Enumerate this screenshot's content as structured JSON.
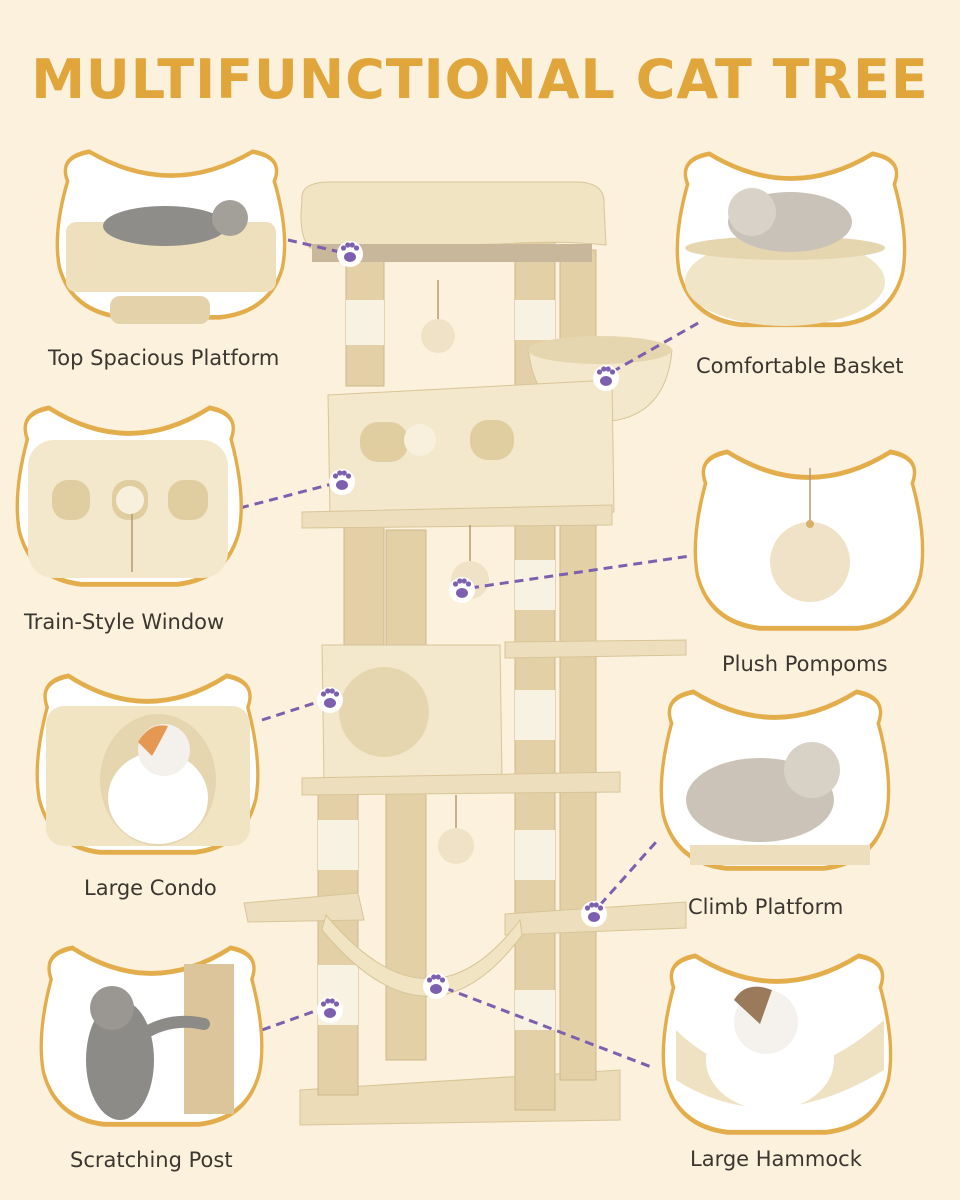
{
  "title": "MULTIFUNCTIONAL CAT TREE",
  "colors": {
    "background": "#fbf1dc",
    "title": "#e0a53b",
    "frame_outline": "#e3ad4c",
    "plush": "#f1e4c3",
    "sisal": "#e3d0a6",
    "connector": "#7d5fb0"
  },
  "features": [
    {
      "label": "Top Spacious Platform",
      "side": "left"
    },
    {
      "label": "Comfortable Basket",
      "side": "right"
    },
    {
      "label": "Train-Style Window",
      "side": "left"
    },
    {
      "label": "Plush Pompoms",
      "side": "right"
    },
    {
      "label": "Large Condo",
      "side": "left"
    },
    {
      "label": "Climb Platform",
      "side": "right"
    },
    {
      "label": "Scratching Post",
      "side": "left"
    },
    {
      "label": "Large Hammock",
      "side": "right"
    }
  ]
}
